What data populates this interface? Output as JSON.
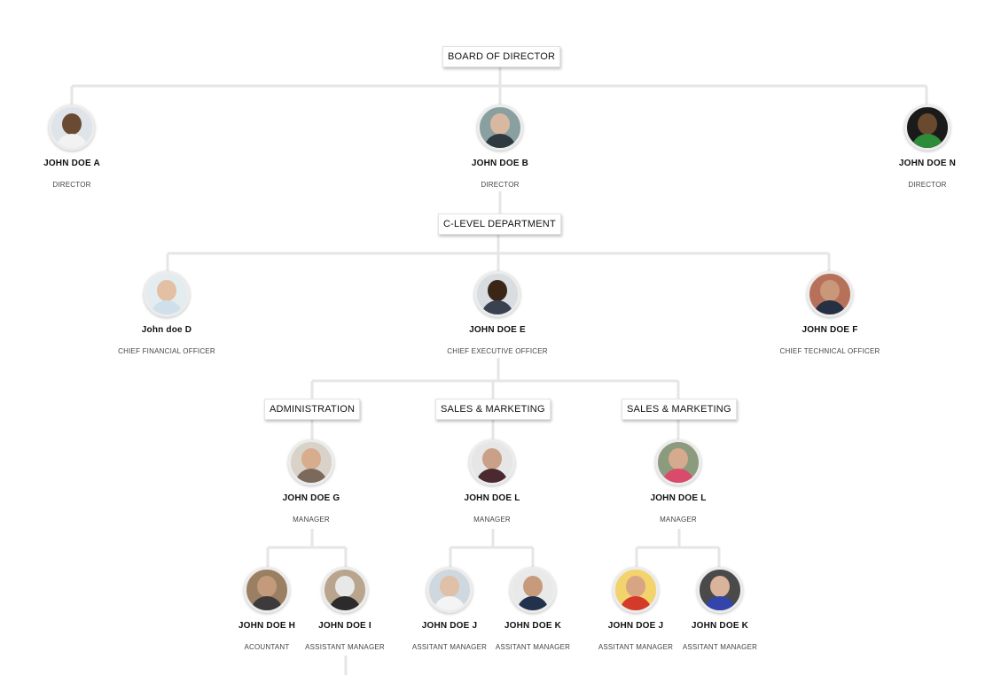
{
  "groups": {
    "board": "BOARD OF DIRECTOR",
    "clevel": "C-LEVEL DEPARTMENT",
    "admin": "ADMINISTRATION",
    "sales1": "SALES & MARKETING",
    "sales2": "SALES & MARKETING"
  },
  "people": {
    "a": {
      "name": "JOHN DOE A",
      "role": "DIRECTOR"
    },
    "b": {
      "name": "JOHN DOE B",
      "role": "DIRECTOR"
    },
    "n": {
      "name": "JOHN DOE N",
      "role": "DIRECTOR"
    },
    "d": {
      "name": "John doe D",
      "role": "CHIEF FINANCIAL OFFICER"
    },
    "e": {
      "name": "JOHN DOE E",
      "role": "CHIEF EXECUTIVE OFFICER"
    },
    "f": {
      "name": "JOHN DOE F",
      "role": "CHIEF TECHNICAL OFFICER"
    },
    "g": {
      "name": "JOHN DOE G",
      "role": "MANAGER"
    },
    "l1": {
      "name": "JOHN DOE L",
      "role": "MANAGER"
    },
    "l2": {
      "name": "JOHN DOE L",
      "role": "MANAGER"
    },
    "h": {
      "name": "JOHN DOE H",
      "role": "ACOUNTANT"
    },
    "i": {
      "name": "JOHN DOE I",
      "role": "ASSISTANT MANAGER"
    },
    "j1": {
      "name": "JOHN DOE J",
      "role": "ASSITANT MANAGER"
    },
    "k1": {
      "name": "JOHN DOE K",
      "role": "ASSITANT MANAGER"
    },
    "j2": {
      "name": "JOHN DOE J",
      "role": "ASSITANT MANAGER"
    },
    "k2": {
      "name": "JOHN DOE K",
      "role": "ASSITANT MANAGER"
    }
  },
  "colors": {
    "connector": "#e6e6e6",
    "avatar_border": "#ececec"
  }
}
